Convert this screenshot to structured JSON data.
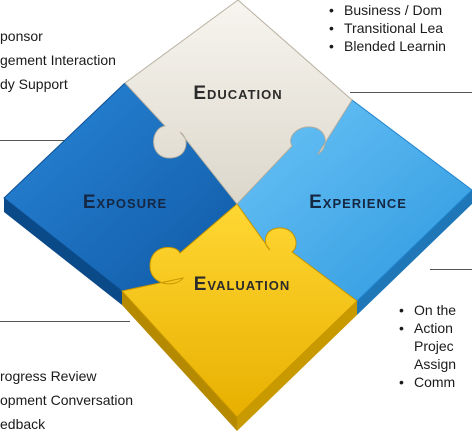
{
  "pieces": {
    "education": {
      "label": "Education",
      "color": "#ece8de"
    },
    "exposure": {
      "label": "Exposure",
      "color": "#1a6fc2"
    },
    "experience": {
      "label": "Experience",
      "color": "#45aef0"
    },
    "evaluation": {
      "label": "Evaluation",
      "color": "#f5c518"
    }
  },
  "text_blocks": {
    "top_left": [
      "ponsor",
      "gement Interaction",
      "dy Support"
    ],
    "top_right": [
      "Business / Dom",
      "Transitional Lea",
      "Blended Learnin"
    ],
    "bottom_right": [
      {
        "text": "On the",
        "bullet": true
      },
      {
        "text": "Action",
        "bullet": true
      },
      {
        "text": "Projec",
        "bullet": false
      },
      {
        "text": "Assign",
        "bullet": false
      },
      {
        "text": "Comm",
        "bullet": true
      }
    ],
    "bottom_left": [
      "rogress Review",
      "opment Conversation",
      "edback"
    ]
  }
}
